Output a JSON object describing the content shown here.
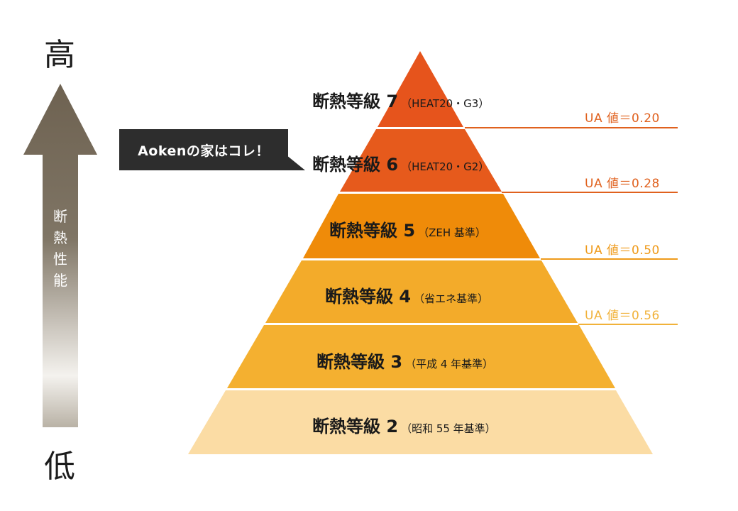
{
  "axis": {
    "high_label": "高",
    "low_label": "低",
    "chars": [
      "断",
      "熱",
      "性",
      "能"
    ]
  },
  "callout": {
    "text": "Aokenの家はコレ！"
  },
  "levels": [
    {
      "main": "断熱等級 2",
      "sub": "（昭和 55 年基準）",
      "color": "#fbdca4"
    },
    {
      "main": "断熱等級 3",
      "sub": "（平成 4 年基準）",
      "color": "#f4b030"
    },
    {
      "main": "断熱等級 4",
      "sub": "（省エネ基準）",
      "color": "#f3ab2a"
    },
    {
      "main": "断熱等級 5",
      "sub": "（ZEH 基準）",
      "color": "#ef8b09"
    },
    {
      "main": "断熱等級 6",
      "sub": "（HEAT20・G2）",
      "color": "#e65a1c"
    },
    {
      "main": "断熱等級 7",
      "sub": "（HEAT20・G3）",
      "color": "#e6541c"
    }
  ],
  "ua_values": [
    {
      "text": "UA 値＝0.20",
      "color": "#e0611e"
    },
    {
      "text": "UA 値＝0.28",
      "color": "#e0611e"
    },
    {
      "text": "UA 値＝0.50",
      "color": "#ef9a1a"
    },
    {
      "text": "UA 値＝0.56",
      "color": "#f1b23a"
    }
  ],
  "colors": {
    "arrow_top": "#6e6251",
    "arrow_bottom": "#ffffff",
    "callout_bg": "#2d2d2d"
  }
}
